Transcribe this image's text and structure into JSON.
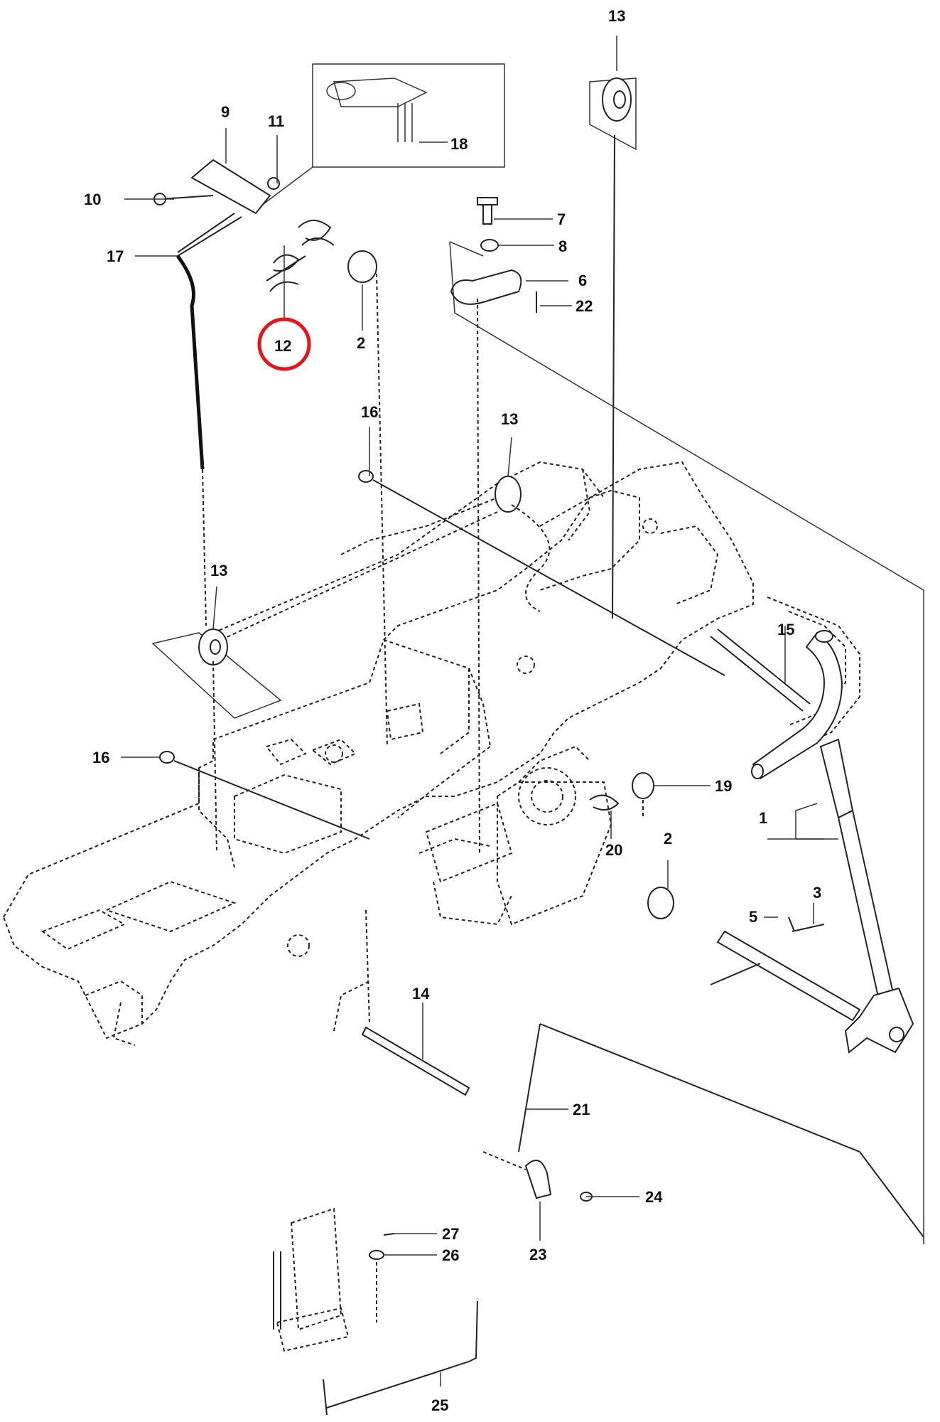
{
  "callouts": {
    "c1": "1",
    "c2a": "2",
    "c2b": "2",
    "c3": "3",
    "c5": "5",
    "c6": "6",
    "c7": "7",
    "c8": "8",
    "c9": "9",
    "c10": "10",
    "c11": "11",
    "c12": "12",
    "c13a": "13",
    "c13b": "13",
    "c13c": "13",
    "c14": "14",
    "c15": "15",
    "c16a": "16",
    "c16b": "16",
    "c17": "17",
    "c18": "18",
    "c19": "19",
    "c20": "20",
    "c21": "21",
    "c22": "22",
    "c23": "23",
    "c24": "24",
    "c25": "25",
    "c26": "26",
    "c27": "27"
  },
  "highlight": {
    "part": "12",
    "color": "#e8141b"
  }
}
